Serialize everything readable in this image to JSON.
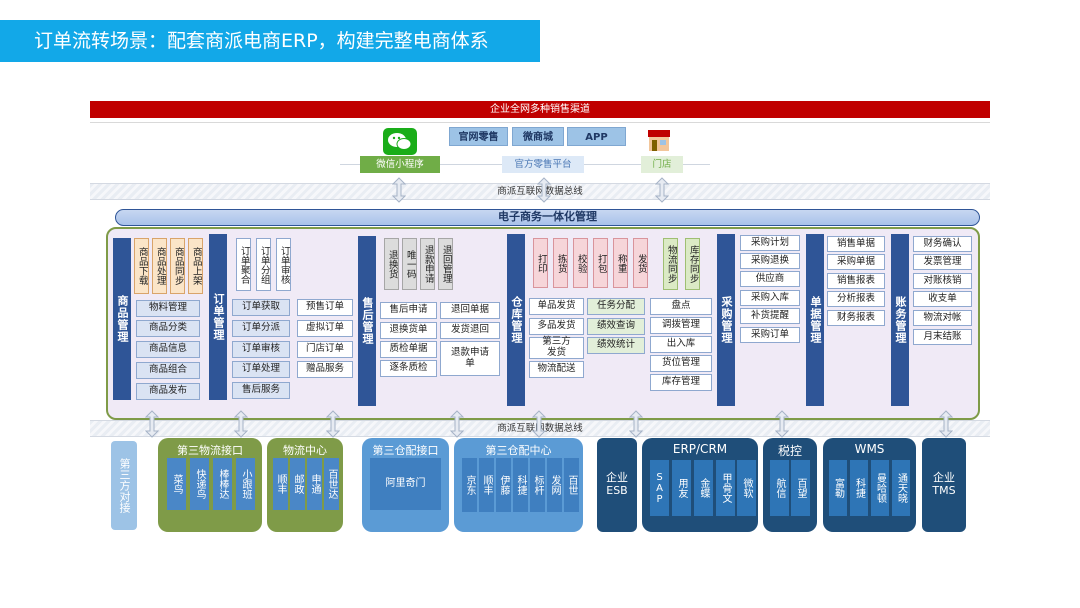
{
  "title": "订单流转场景：配套商派电商ERP，构建完整电商体系",
  "channels_bar": "企业全网多种销售渠道",
  "channel_chips": [
    "官网零售",
    "微商城",
    "APP"
  ],
  "channel_labels": {
    "mini_program": "微信小程序",
    "official": "官方零售平台",
    "store": "门店"
  },
  "bus_top": "商派互联网数据总线",
  "bus_bottom": "商派互联网数据总线",
  "core_title": "电子商务一体化管理",
  "product": {
    "name": "商品管理",
    "top": [
      "商品下载",
      "商品处理",
      "商品同步",
      "商品上架"
    ],
    "items": [
      "物料管理",
      "商品分类",
      "商品信息",
      "商品组合",
      "商品发布"
    ]
  },
  "order": {
    "name": "订单管理",
    "top": [
      "订单聚合",
      "订单分组",
      "订单审核"
    ],
    "left": [
      "订单获取",
      "订单分派",
      "订单审核",
      "订单处理",
      "售后服务"
    ],
    "right": [
      "预售订单",
      "虚拟订单",
      "门店订单",
      "赠品服务"
    ]
  },
  "aftersale": {
    "name": "售后管理",
    "top": [
      "退换货",
      "唯一码",
      "退款申请",
      "退回管理"
    ],
    "left": [
      "售后申请",
      "退换货单",
      "质检单据",
      "逐条质检"
    ],
    "right": [
      "退回单据",
      "发货退回",
      "退款申请单"
    ]
  },
  "warehouse": {
    "name": "仓库管理",
    "top": [
      "打印",
      "拣货",
      "校验",
      "打包",
      "称重",
      "发货",
      "物流同步",
      "库存同步"
    ],
    "left": [
      "单品发货",
      "多品发货",
      "第三方发货",
      "物流配送"
    ],
    "mid": [
      "任务分配",
      "绩效查询",
      "绩效统计"
    ],
    "right": [
      "盘点",
      "调拨管理",
      "出入库",
      "货位管理",
      "库存管理"
    ]
  },
  "purchase": {
    "name": "采购管理",
    "items": [
      "采购计划",
      "采购退换",
      "供应商",
      "采购入库",
      "补货提醒",
      "采购订单"
    ]
  },
  "document": {
    "name": "单据管理",
    "items": [
      "销售单据",
      "采购单据",
      "销售报表",
      "分析报表",
      "财务报表"
    ]
  },
  "account": {
    "name": "账务管理",
    "items": [
      "财务确认",
      "发票管理",
      "对账核销",
      "收支单",
      "物流对帐",
      "月末结账"
    ]
  },
  "bottom": {
    "third_party": "第三方对接",
    "logistics_if": {
      "title": "第三物流接口",
      "items": [
        "菜鸟",
        "快递鸟",
        "棒棒达",
        "小跟班"
      ]
    },
    "logistics_center": {
      "title": "物流中心",
      "items": [
        "顺丰",
        "邮政",
        "申通",
        "百世达"
      ]
    },
    "wh_if": {
      "title": "第三仓配接口",
      "item": "阿里奇门"
    },
    "wh_center": {
      "title": "第三仓配中心",
      "items": [
        "京东",
        "顺丰",
        "伊藤",
        "科捷",
        "标杆",
        "发网",
        "百世"
      ]
    },
    "esb": "企业ESB",
    "erp": {
      "title": "ERP/CRM",
      "items": [
        "SAP",
        "用友",
        "金蝶",
        "甲骨文",
        "微软"
      ]
    },
    "tax": {
      "title": "税控",
      "items": [
        "航信",
        "百望"
      ]
    },
    "wms": {
      "title": "WMS",
      "items": [
        "富勒",
        "科捷",
        "曼哈顿",
        "通天晓"
      ]
    },
    "tms": "企业TMS"
  },
  "colors": {
    "title_bg": "#12a8e8",
    "red_bar": "#c00000",
    "dark_blue": "#2f5597",
    "olive": "#7f9b48",
    "navy": "#1f4e79"
  }
}
